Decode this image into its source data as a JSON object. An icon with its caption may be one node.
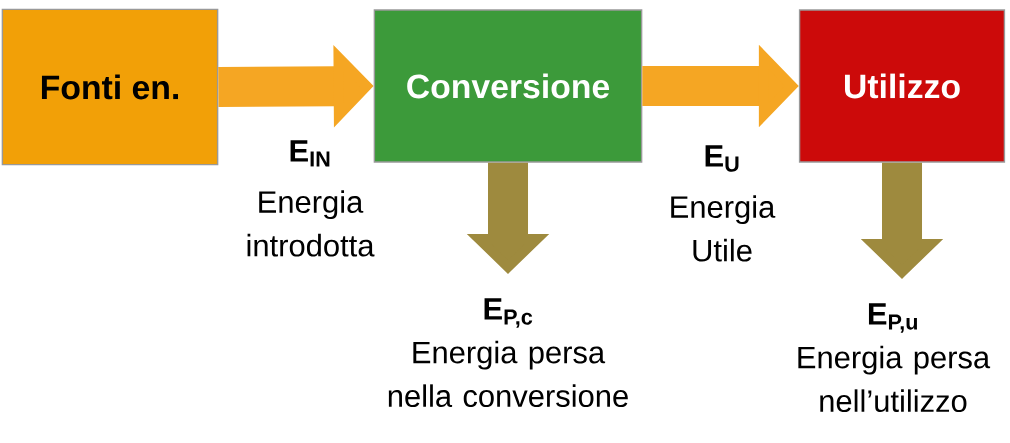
{
  "diagram": {
    "nodes": [
      {
        "text": [
          "Fonti en."
        ]
      },
      {
        "text": [
          "Conversione"
        ]
      },
      {
        "text": [
          "Utilizzo"
        ]
      },
      {
        "text": [
          "E$_{P,c}$",
          "Energia persa nella conversione"
        ]
      },
      {
        "text": [
          "E$_{P,u}$",
          "Energia persa nell’utilizzo"
        ]
      }
    ],
    "edges": [
      {
        "from": 0,
        "to": 1,
        "arrow": "to",
        "color": "#f5a623"
      },
      {
        "from": 1,
        "to": 2,
        "arrow": "to",
        "color": "#f5a623"
      },
      {
        "from": 1,
        "to": 3,
        "arrow": "to",
        "color": "#9e8a3e"
      },
      {
        "from": 2,
        "to": 4,
        "arrow": "to",
        "color": "#9e8a3e"
      }
    ],
    "labels": [
      "E$_{IN}$",
      "Energia introdotta",
      "E$_{U}$",
      "Energia Utile"
    ]
  }
}
